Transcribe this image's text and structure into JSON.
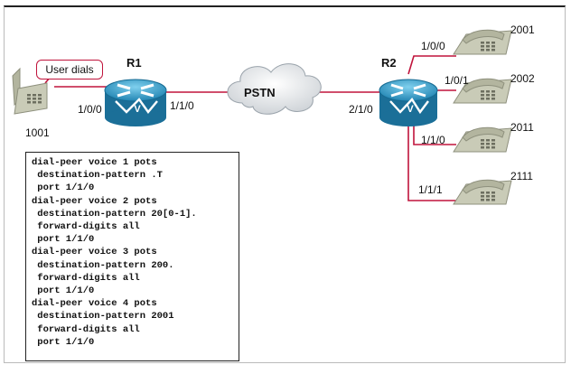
{
  "callout": {
    "text": "User dials"
  },
  "routers": {
    "r1": "R1",
    "r2": "R2"
  },
  "cloud": {
    "label": "PSTN"
  },
  "phones": {
    "p1001": "1001",
    "p2001": "2001",
    "p2002": "2002",
    "p2011": "2011",
    "p2111": "2111"
  },
  "ports": {
    "r1_phone": "1/0/0",
    "r1_pstn": "1/1/0",
    "r2_pstn": "2/1/0",
    "r2_2001": "1/0/0",
    "r2_2002": "1/0/1",
    "r2_2011": "1/1/0",
    "r2_2111": "1/1/1"
  },
  "config_lines": [
    "dial-peer voice 1 pots",
    " destination-pattern .T",
    " port 1/1/0",
    "dial-peer voice 2 pots",
    " destination-pattern 20[0-1].",
    " forward-digits all",
    " port 1/1/0",
    "dial-peer voice 3 pots",
    " destination-pattern 200.",
    " forward-digits all",
    " port 1/1/0",
    "dial-peer voice 4 pots",
    " destination-pattern 2001",
    " forward-digits all",
    " port 1/1/0"
  ],
  "colors": {
    "link": "#c0143c",
    "router": "#2a9cc8",
    "phone": "#c9cbb7"
  }
}
